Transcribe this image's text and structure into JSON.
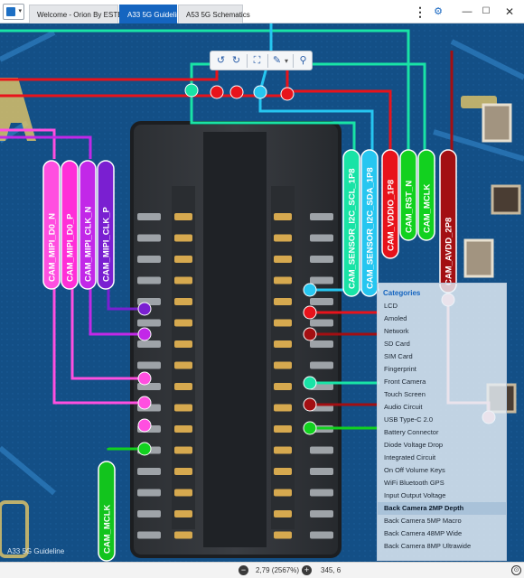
{
  "window": {
    "tabs": [
      {
        "label": "Welcome - Orion By ESTECH"
      },
      {
        "label": "A33 5G Guideline"
      },
      {
        "label": "A53 5G Schematics"
      }
    ],
    "controls": {
      "more": "⋮",
      "settings": "⚙",
      "minimize": "—",
      "maximize": "☐",
      "close": "✕"
    }
  },
  "toolbar": {
    "rotate_left": "↺",
    "rotate_right": "↻",
    "fit": "⛶",
    "highlight": "✎",
    "dropdown": "▾",
    "search": "⚲"
  },
  "colors": {
    "board": "#134f86",
    "cyan": "#26c6f0",
    "mint": "#19e3a6",
    "red": "#e8131b",
    "green": "#12d11f",
    "dark_red": "#a30f12",
    "magenta": "#ff4fe0",
    "violet": "#c228e8",
    "purple": "#7a1fd1",
    "pink": "#f1a6b7"
  },
  "net_labels": [
    {
      "text": "CAM_MIPI_D0_N",
      "color": "#ff4fe0"
    },
    {
      "text": "CAM_MIPI_D0_P",
      "color": "#ff2ed8"
    },
    {
      "text": "CAM_MIPI_CLK_N",
      "color": "#c228e8"
    },
    {
      "text": "CAM_MIPI_CLK_P",
      "color": "#7a1fd1"
    },
    {
      "text": "CAM_SENSOR_I2C_SCL_1P8",
      "color": "#19e3a6"
    },
    {
      "text": "CAM_SENSOR_I2C_SDA_1P8",
      "color": "#26c6f0"
    },
    {
      "text": "CAM_VDDIO_1P8",
      "color": "#e8131b"
    },
    {
      "text": "CAM_RST_N",
      "color": "#12d11f"
    },
    {
      "text": "CAM_MCLK",
      "color": "#12d11f"
    },
    {
      "text": "CAM_AVDD_2P8",
      "color": "#a30f12"
    },
    {
      "text": "CAM_MCLK",
      "color": "#12c41d"
    }
  ],
  "categories": {
    "title": "Categories",
    "items": [
      "LCD",
      "Amoled",
      "Network",
      "SD Card",
      "SIM Card",
      "Fingerprint",
      "Front Camera",
      "Touch Screen",
      "Audio Circuit",
      "USB Type-C 2.0",
      "Battery Connector",
      "Diode Voltage Drop",
      "Integrated Circuit",
      "On Off Volume Keys",
      "WiFi Bluetooth GPS",
      "Input Output Voltage",
      "Back Camera 2MP Depth",
      "Back Camera 5MP Macro",
      "Back Camera 48MP Wide",
      "Back Camera 8MP Ultrawide"
    ],
    "selected_index": 16
  },
  "status": {
    "document": "A33 5G Guideline",
    "zoom_out": "−",
    "zoom_level": "2,79 (2567%)",
    "zoom_in": "+",
    "coordinates": "345, 6",
    "fit_icon": "⊙"
  }
}
